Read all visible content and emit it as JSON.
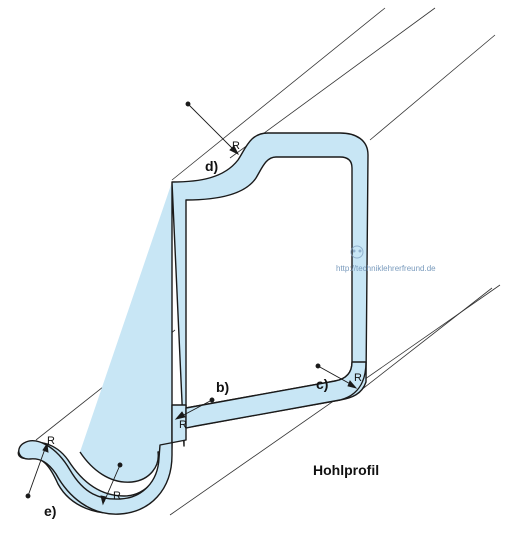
{
  "title": "Hohlprofil",
  "watermark": "http://techniklehrerfreund.de",
  "labels": {
    "b": "b)",
    "c": "c)",
    "d": "d)",
    "e": "e)",
    "radius": "R"
  },
  "colors": {
    "profile_fill": "#c8e6f5",
    "profile_stroke": "#1a1a1a",
    "lines": "#333333"
  }
}
